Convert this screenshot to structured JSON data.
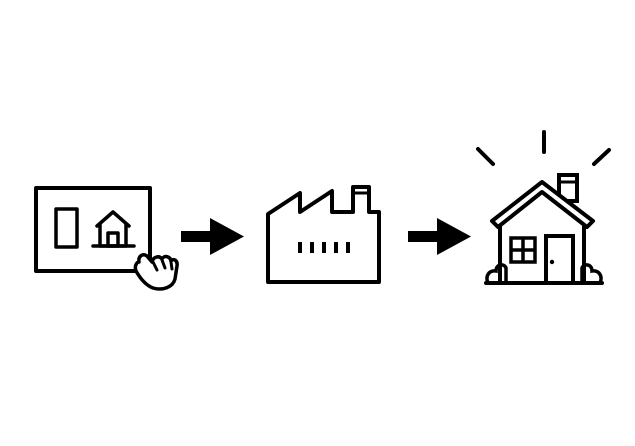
{
  "diagram": {
    "steps": [
      {
        "id": "order",
        "icon": "tablet-order-icon"
      },
      {
        "id": "manufacture",
        "icon": "factory-icon"
      },
      {
        "id": "delivered",
        "icon": "new-house-icon"
      }
    ],
    "connectors": [
      {
        "from": "order",
        "to": "manufacture",
        "icon": "arrow-right-icon"
      },
      {
        "from": "manufacture",
        "to": "delivered",
        "icon": "arrow-right-icon"
      }
    ],
    "colors": {
      "stroke": "#000000",
      "fill": "#ffffff",
      "background": "#ffffff"
    }
  }
}
